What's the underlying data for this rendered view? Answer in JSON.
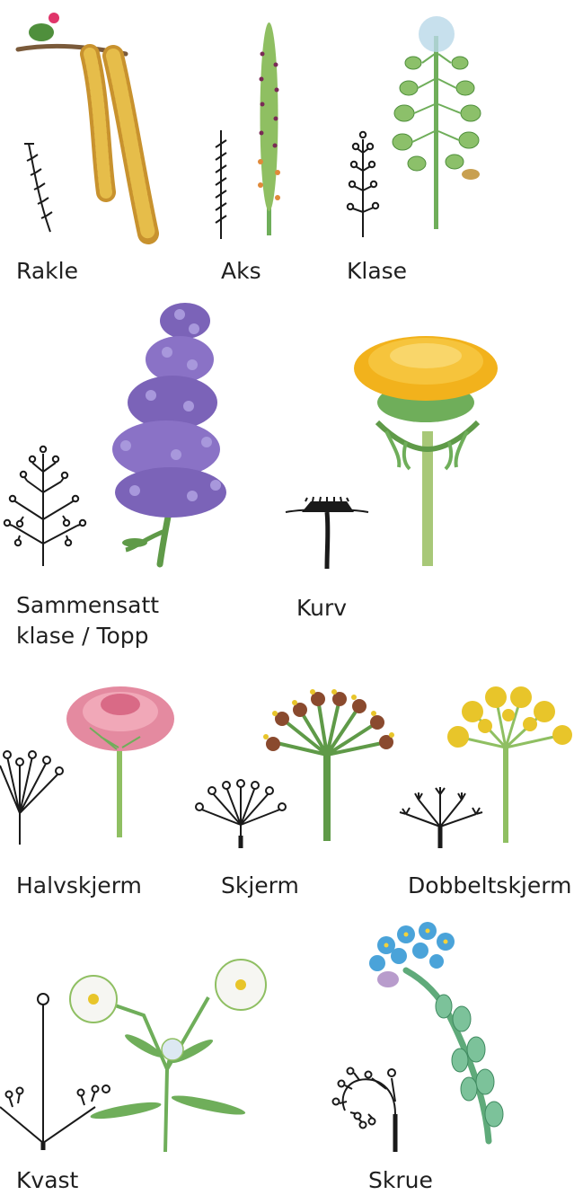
{
  "labels": {
    "rakle": "Rakle",
    "aks": "Aks",
    "klase": "Klase",
    "sammensatt_line1": "Sammensatt",
    "sammensatt_line2": "klase / Topp",
    "kurv": "Kurv",
    "halvskjerm": "Halvskjerm",
    "skjerm": "Skjerm",
    "dobbeltskjerm": "Dobbeltskjerm",
    "kvast": "Kvast",
    "skrue": "Skrue"
  },
  "colors": {
    "stem": "#6fae5a",
    "catkin": "#d9a63a",
    "lilac": "#7b63b8",
    "dandelion": "#f2b21c",
    "pink": "#e48aa0",
    "brown": "#8a4a2e",
    "yellow": "#e8c52a",
    "white_petal": "#f6f6f2",
    "blue": "#4aa3d9",
    "diagram": "#1a1a1a"
  }
}
